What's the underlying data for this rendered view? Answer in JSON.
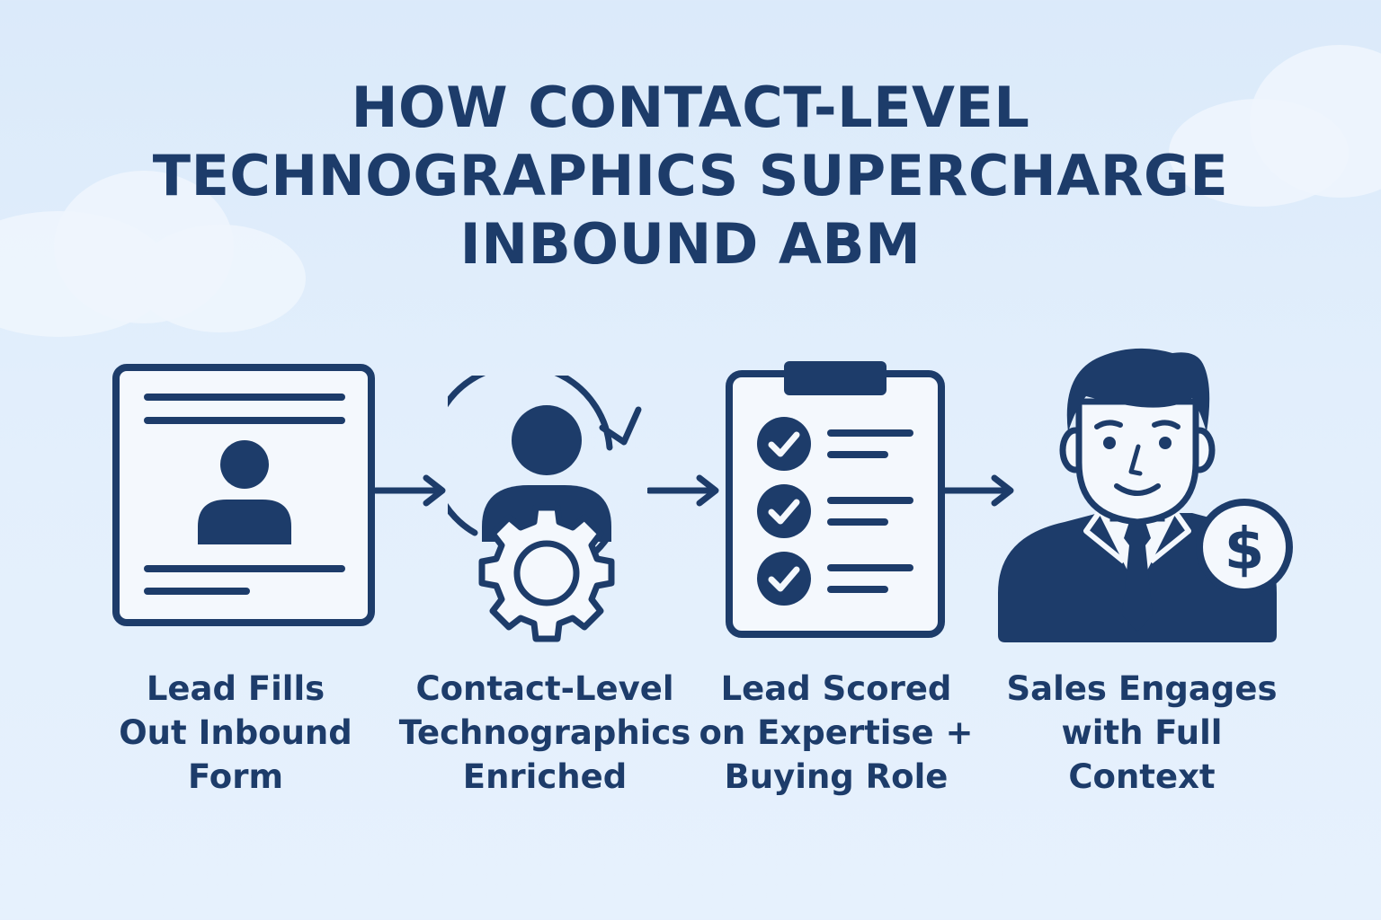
{
  "title": {
    "line1": "HOW CONTACT-LEVEL",
    "line2": "TECHNOGRAPHICS SUPERCHARGE",
    "line3": "INBOUND ABM"
  },
  "colors": {
    "primary": "#1d3c6a",
    "background": "#e3effc",
    "icon_fill": "#f4f8fd"
  },
  "steps": [
    {
      "icon": "web-form-icon",
      "line1": "Lead Fills",
      "line2": "Out Inbound",
      "line3": "Form"
    },
    {
      "icon": "enrichment-gear-icon",
      "line1": "Contact-Level",
      "line2": "Technographics",
      "line3": "Enriched"
    },
    {
      "icon": "clipboard-checklist-icon",
      "line1": "Lead Scored",
      "line2": "on Expertise +",
      "line3": "Buying Role"
    },
    {
      "icon": "salesperson-dollar-icon",
      "line1": "Sales Engages",
      "line2": "with Full",
      "line3": "Context"
    }
  ],
  "icons": {
    "dollar_sign": "$"
  }
}
